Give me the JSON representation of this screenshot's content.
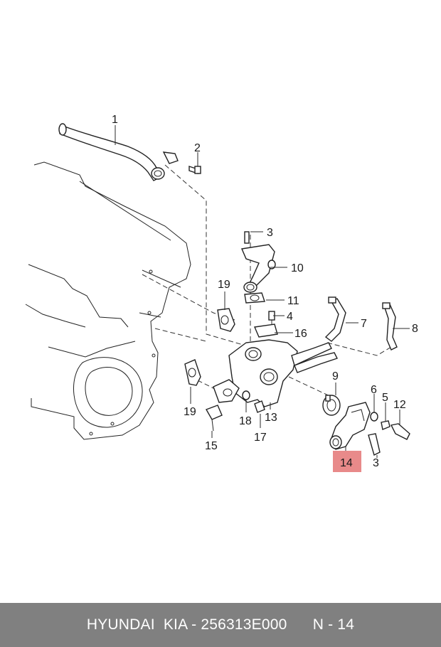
{
  "labels": {
    "p1": "1",
    "p2": "2",
    "p3a": "3",
    "p10": "10",
    "p19a": "19",
    "p11": "11",
    "p4": "4",
    "p16": "16",
    "p7": "7",
    "p8": "8",
    "p9": "9",
    "p6": "6",
    "p5": "5",
    "p12": "12",
    "p19b": "19",
    "p18": "18",
    "p13": "13",
    "p17": "17",
    "p15": "15",
    "p14": "14",
    "p3b": "3"
  },
  "highlight_color": "#e88a8a",
  "footer": {
    "brand": "HYUNDAI  KIA - 256313E000",
    "ref": "N - 14"
  }
}
